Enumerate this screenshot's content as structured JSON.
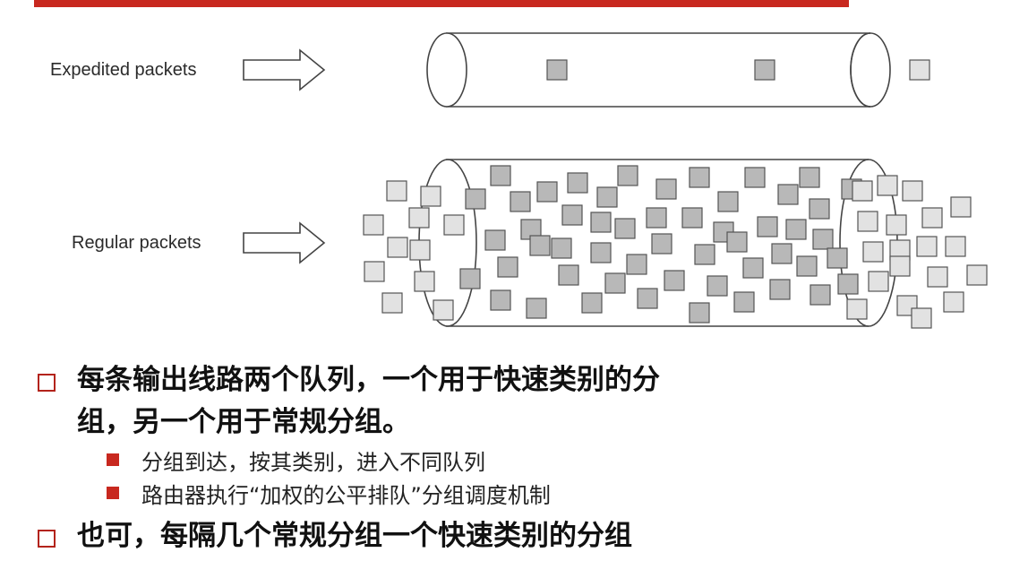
{
  "diagram": {
    "expedited_label": "Expedited packets",
    "regular_label": "Regular packets"
  },
  "bullets": [
    {
      "line1": "每条输出线路两个队列，一个用于快速类别的分",
      "line2": "组，另一个用于常规分组。",
      "sub": [
        "分组到达，按其类别，进入不同队列",
        "路由器执行“加权的公平排队”分组调度机制"
      ]
    },
    {
      "line1": "也可，每隔几个常规分组一个快速类别的分组"
    }
  ],
  "colors": {
    "accent": "#c8281f",
    "packet_fill": "#b8b8b8",
    "packet_fill_light": "#e2e2e2",
    "outline": "#444444"
  }
}
